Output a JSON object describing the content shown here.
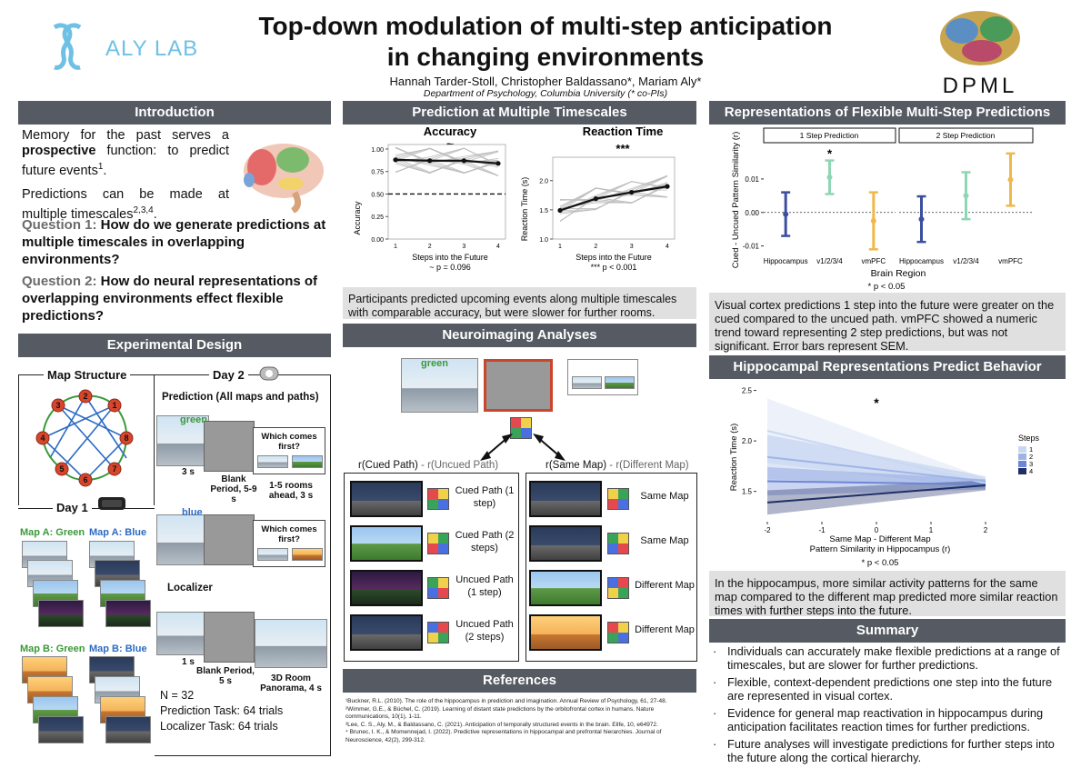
{
  "header": {
    "title_line1": "Top-down modulation of multi-step anticipation",
    "title_line2": "in changing environments",
    "authors": "Hannah Tarder-Stoll, Christopher Baldassano*, Mariam Aly*",
    "affiliation": "Department of Psychology, Columbia University (* co-PIs)",
    "lab_name": "ALY LAB",
    "lab2_name": "DPML"
  },
  "intro": {
    "heading": "Introduction",
    "p1_a": "Memory for the past serves a ",
    "p1_bold": "prospective",
    "p1_b": " function: to predict future events",
    "p1_sup": "1",
    "p1_end": ".",
    "p2": "Predictions can be made at multiple timescales",
    "p2_sup": "2,3,4",
    "p2_end": ".",
    "q1_label": "Question 1:",
    "q1_text": " How do we generate predictions at multiple timescales in overlapping environments?",
    "q2_label": "Question 2:",
    "q2_text": " How do neural representations of overlapping environments effect flexible predictions?"
  },
  "design": {
    "heading": "Experimental Design",
    "map_structure": "Map Structure",
    "nodes": [
      "1",
      "2",
      "3",
      "4",
      "5",
      "6",
      "7",
      "8"
    ],
    "day1": "Day 1",
    "day2": "Day 2",
    "map_a_green": "Map A: Green",
    "map_a_blue": "Map A: Blue",
    "map_b_green": "Map B: Green",
    "map_b_blue": "Map B: Blue",
    "prediction_title": "Prediction (All maps and paths)",
    "green": "green",
    "blue": "blue",
    "which_first": "Which comes first?",
    "t3s": "3 s",
    "blank1": "Blank Period, 5-9 s",
    "rooms_ahead": "1-5 rooms ahead, 3 s",
    "localizer": "Localizer",
    "t1s": "1 s",
    "blank2": "Blank Period, 5 s",
    "panorama": "3D Room Panorama, 4 s",
    "n": "N = 32",
    "pred_task": "Prediction Task: 64 trials",
    "loc_task": "Localizer Task: 64 trials"
  },
  "prediction": {
    "heading": "Prediction at Multiple Timescales",
    "acc_title": "Accuracy",
    "acc_sig": "~",
    "acc_ylabel": "Accuracy",
    "acc_xlabel": "Steps into the Future",
    "acc_p": "~ p = 0.096",
    "rt_title": "Reaction Time",
    "rt_sig": "***",
    "rt_ylabel": "Reaction Time (s)",
    "rt_xlabel": "Steps into the Future",
    "rt_p": "*** p < 0.001",
    "caption": "Participants predicted upcoming events along multiple timescales with comparable accuracy, but were slower for further rooms."
  },
  "neuro": {
    "heading": "Neuroimaging Analyses",
    "green": "green",
    "left_title_a": "r(Cued Path)",
    "left_title_b": " - r(Uncued Path)",
    "right_title_a": "r(Same Map)",
    "right_title_b": " - r(Different Map)",
    "rows_left": [
      "Cued Path (1 step)",
      "Cued Path (2 steps)",
      "Uncued Path (1 step)",
      "Uncued Path (2 steps)"
    ],
    "rows_right": [
      "Same Map",
      "Same Map",
      "Different Map",
      "Different Map"
    ]
  },
  "refs": {
    "heading": "References",
    "items": [
      "¹Buckner, R.L. (2010). The role of the hippocampus in prediction and imagination. Annual Review of Psychology, 61, 27-48.",
      "²Wimmer, G.E., & Büchel, C. (2019). Learning of distant state predictions by the orbitofrontal cortex in humans. Nature communications, 10(1), 1-11.",
      "³Lee, C. S., Aly, M., & Baldassano, C. (2021). Anticipation of temporally structured events in the brain. Elife, 10, e64972.",
      "⁴ Brunec, I. K., & Momennejad, I. (2022). Predictive representations in hippocampal and prefrontal hierarchies. Journal of Neuroscience, 42(2), 299-312."
    ]
  },
  "flex": {
    "heading": "Representations of Flexible Multi-Step Predictions",
    "panel1": "1 Step Prediction",
    "panel2": "2 Step Prediction",
    "ylabel": "Cued - Uncued Pattern Similarity (r)",
    "xlabel": "Brain Region",
    "regions": [
      "Hippocampus",
      "v1/2/3/4",
      "vmPFC"
    ],
    "sig": "*",
    "pnote": "* p < 0.05",
    "caption": "Visual cortex predictions 1 step into the future were greater on the cued compared to the uncued path. vmPFC showed a numeric trend toward representing 2 step predictions, but was not significant. Error bars represent SEM."
  },
  "hippo": {
    "heading": "Hippocampal Representations Predict Behavior",
    "ylabel": "Reaction Time (s)",
    "xlabel1": "Same Map - Different Map",
    "xlabel2": "Pattern Similarity in Hippocampus (r)",
    "sig": "*",
    "pnote": "* p < 0.05",
    "legend_title": "Steps",
    "caption": "In the hippocampus, more similar activity patterns for the same map compared to the different map predicted more similar reaction times with further steps into the future."
  },
  "summary": {
    "heading": "Summary",
    "items": [
      "Individuals can accurately make flexible predictions at a range of timescales, but are slower for further predictions.",
      "Flexible, context-dependent predictions one step into the future are represented in visual cortex.",
      "Evidence for general map reactivation in hippocampus during anticipation facilitates reaction times for further predictions.",
      "Future analyses will investigate predictions for further steps into the future along the cortical hierarchy."
    ]
  },
  "chart_data": [
    {
      "type": "line",
      "title": "Accuracy",
      "xlabel": "Steps into the Future",
      "ylabel": "Accuracy",
      "x": [
        1,
        2,
        3,
        4
      ],
      "series": [
        {
          "values": [
            0.88,
            0.87,
            0.87,
            0.84
          ]
        }
      ],
      "ylim": [
        0,
        1.05
      ],
      "yticks": [
        0.0,
        0.25,
        0.5,
        0.75,
        1.0
      ],
      "chance_line": 0.5
    },
    {
      "type": "line",
      "title": "Reaction Time",
      "xlabel": "Steps into the Future",
      "ylabel": "Reaction Time (s)",
      "x": [
        1,
        2,
        3,
        4
      ],
      "series": [
        {
          "values": [
            1.49,
            1.69,
            1.8,
            1.9
          ]
        }
      ],
      "ylim": [
        1.0,
        2.4
      ],
      "yticks": [
        1.0,
        1.5,
        2.0
      ]
    },
    {
      "type": "scatter",
      "title": "",
      "ylabel": "Cued - Uncued Pattern Similarity (r)",
      "xlabel": "Brain Region",
      "categories": [
        "Hippocampus",
        "v1/2/3/4",
        "vmPFC"
      ],
      "ylim": [
        -0.012,
        0.02
      ],
      "yticks": [
        -0.01,
        0.0,
        0.01
      ],
      "series": [
        {
          "name": "1 Step Prediction",
          "values": [
            -0.0005,
            0.0105,
            -0.0025
          ],
          "sem": [
            0.0065,
            0.005,
            0.0085
          ]
        },
        {
          "name": "2 Step Prediction",
          "values": [
            -0.002,
            0.005,
            0.0098
          ],
          "sem": [
            0.0068,
            0.007,
            0.0078
          ]
        }
      ]
    },
    {
      "type": "line",
      "title": "",
      "ylabel": "Reaction Time (s)",
      "xlabel": "Same Map - Different Map Pattern Similarity in Hippocampus (r)",
      "xlim": [
        -2.2,
        2.3
      ],
      "ylim": [
        1.2,
        2.55
      ],
      "xticks": [
        -2,
        -1,
        0,
        1,
        2
      ],
      "yticks": [
        1.5,
        2.0,
        2.5
      ],
      "series": [
        {
          "name": "1",
          "values": [
            [
              -2,
              2.1
            ],
            [
              2,
              1.58
            ]
          ]
        },
        {
          "name": "2",
          "values": [
            [
              -2,
              1.84
            ],
            [
              2,
              1.6
            ]
          ]
        },
        {
          "name": "3",
          "values": [
            [
              -2,
              1.6
            ],
            [
              2,
              1.57
            ]
          ]
        },
        {
          "name": "4",
          "values": [
            [
              -2,
              1.39
            ],
            [
              2,
              1.56
            ]
          ]
        }
      ]
    }
  ]
}
